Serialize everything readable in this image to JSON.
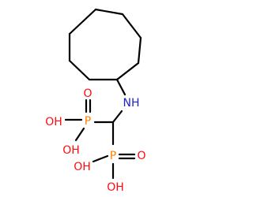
{
  "molecule": {
    "colors": {
      "bond": "#000000",
      "carbon": "#000000",
      "nitrogen": "#1f1fcf",
      "oxygen": "#ff0d0d",
      "phosphorus": "#ff8000"
    },
    "labels": {
      "amine": "NH",
      "p_upper": "P",
      "o_upper_double": "O",
      "oh_upper_1": "OH",
      "oh_upper_2": "OH",
      "p_lower": "P",
      "o_lower_double": "O",
      "oh_lower_1": "OH",
      "oh_lower_2": "OH"
    }
  }
}
